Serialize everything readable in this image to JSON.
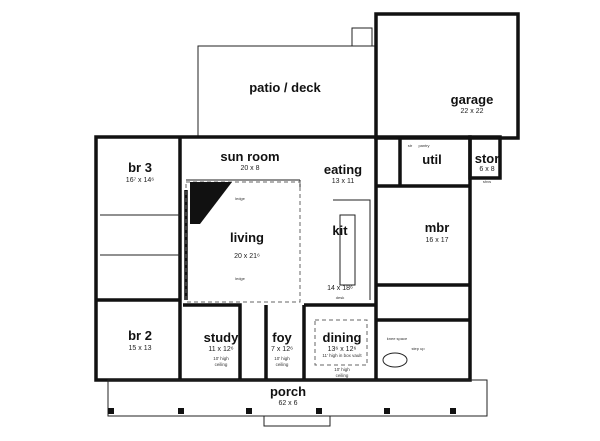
{
  "plan": {
    "rooms": {
      "patio": {
        "name": "patio / deck"
      },
      "garage": {
        "name": "garage",
        "dim": "22 x 22"
      },
      "br3": {
        "name": "br 3",
        "dim": "16⁷ x 14⁶"
      },
      "sun_room": {
        "name": "sun room",
        "dim": "20 x 8"
      },
      "eating": {
        "name": "eating",
        "dim": "13 x 11"
      },
      "util": {
        "name": "util"
      },
      "stor": {
        "name": "stor",
        "dim": "6 x 8"
      },
      "living": {
        "name": "living",
        "dim": "20 x 21⁶"
      },
      "kit": {
        "name": "kit",
        "dim": "14 x 18⁶"
      },
      "mbr": {
        "name": "mbr",
        "dim": "16 x 17"
      },
      "br2": {
        "name": "br 2",
        "dim": "15 x 13"
      },
      "study": {
        "name": "study",
        "dim": "11 x 12⁶",
        "note1": "10' high",
        "note2": "ceiling"
      },
      "foy": {
        "name": "foy",
        "dim": "7 x 12⁶",
        "note1": "10' high",
        "note2": "ceiling"
      },
      "dining": {
        "name": "dining",
        "dim": "13⁶ x 12⁶",
        "note": "11' high in box vault",
        "note1": "10' high",
        "note2": "ceiling"
      },
      "porch": {
        "name": "porch",
        "dim": "62 x 6"
      }
    },
    "fixtures": {
      "str": "str",
      "pantry": "pantry",
      "shvs": "shvs",
      "knee_space": "knee space",
      "step_up": "step up",
      "desk": "desk",
      "ledge1": "ledge",
      "ledge2": "ledge"
    }
  }
}
